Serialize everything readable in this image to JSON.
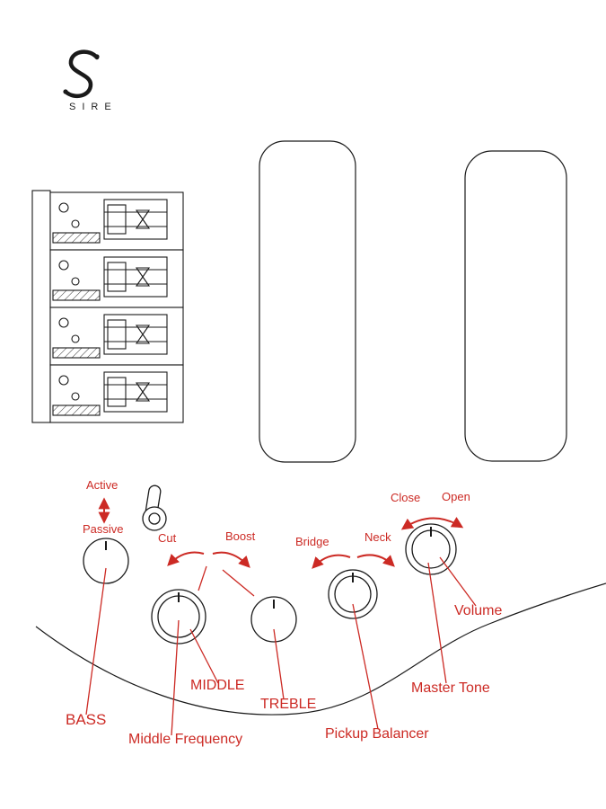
{
  "brand": {
    "wordmark": "SIRE"
  },
  "labels": {
    "active": "Active",
    "passive": "Passive",
    "cut": "Cut",
    "boost": "Boost",
    "bridge": "Bridge",
    "neck": "Neck",
    "close": "Close",
    "open": "Open",
    "volume": "Volume",
    "master_tone": "Master Tone",
    "bass": "BASS",
    "middle": "MIDDLE",
    "treble": "TREBLE",
    "middle_frequency": "Middle Frequency",
    "pickup_balancer": "Pickup Balancer"
  },
  "colors": {
    "annotation_red": "#cc2a24",
    "line_art": "#1a1a1a",
    "background": "#ffffff"
  }
}
